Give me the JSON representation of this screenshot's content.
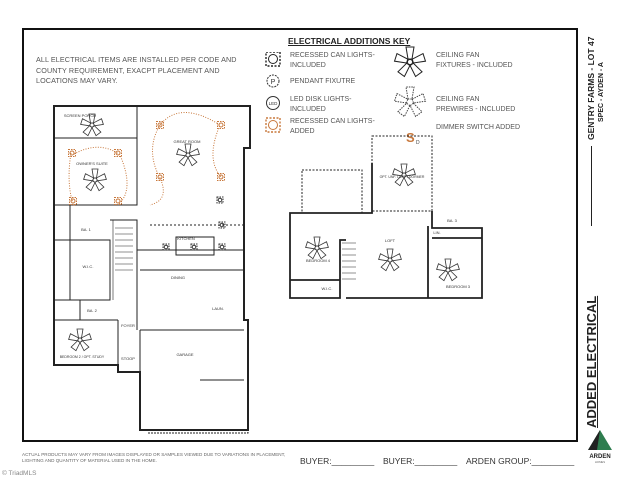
{
  "note": "ALL ELECTRICAL ITEMS ARE INSTALLED PER CODE AND COUNTY REQUIREMENT, EXACPT PLACEMENT AND LOCATIONS MAY VARY.",
  "key": {
    "title": "ELECTRICAL ADDITIONS KEY",
    "items": [
      {
        "icon": "recessed-can-included-icon",
        "label": "RECESSED CAN LIGHTS- INCLUDED"
      },
      {
        "icon": "pendant-icon",
        "label": "PENDANT FIXUTRE",
        "glyph": "P"
      },
      {
        "icon": "led-disk-icon",
        "label": "LED DISK LIGHTS- INCLUDED",
        "glyph": "LED"
      },
      {
        "icon": "recessed-can-added-icon",
        "label": "RECESSED CAN LIGHTS- ADDED"
      },
      {
        "icon": "ceiling-fan-fixture-icon",
        "label": "CEILING FAN FIXTURES - INCLUDED"
      },
      {
        "icon": "ceiling-fan-prewire-icon",
        "label": "CEILING FAN PREWIRES - INCLUDED"
      },
      {
        "icon": "dimmer-switch-icon",
        "label": "DIMMER SWITCH ADDED",
        "glyph": "S",
        "sub": "D"
      }
    ],
    "added_color": "#c8783c"
  },
  "first_floor": {
    "rooms": [
      "SCREEN PORCH",
      "GREAT ROOM",
      "OWNER'S SUITE",
      "BA. 1",
      "W.I.C.",
      "KITCHEN",
      "DINING",
      "BA. 2",
      "FOYER",
      "STOOP",
      "BEDROOM 2 / OPT. STUDY",
      "GARAGE",
      "LAUN."
    ]
  },
  "second_floor": {
    "rooms": [
      "OPT. UNF. LOFT / DORMER",
      "LOFT",
      "BEDROOM 4",
      "BEDROOM 3",
      "BA. 3",
      "W.I.C.",
      "LIN."
    ]
  },
  "title_block": {
    "project": "GENTRY FARMS - LOT 47",
    "plan": "SPEC - AYDEN - A",
    "sheet_title": "ADDED ELECTRICAL",
    "logo_text": "ARDEN",
    "logo_sub": "HOMES",
    "logo_color": "#2e7d4f"
  },
  "footer": {
    "disclaimer": "ACTUAL PRODUCTS MAY VARY FROM IMAGES DISPLAYED OR SAMPLES VIEWED DUE TO VARIATIONS IN PLACEMENT, LIGHTING AND QUANTITY OF MATERIAL USED IN THE HOME.",
    "buyer1": "BUYER:_________",
    "buyer2": "BUYER:_________",
    "arden": "ARDEN GROUP:_________"
  },
  "watermark": "© TriadMLS"
}
